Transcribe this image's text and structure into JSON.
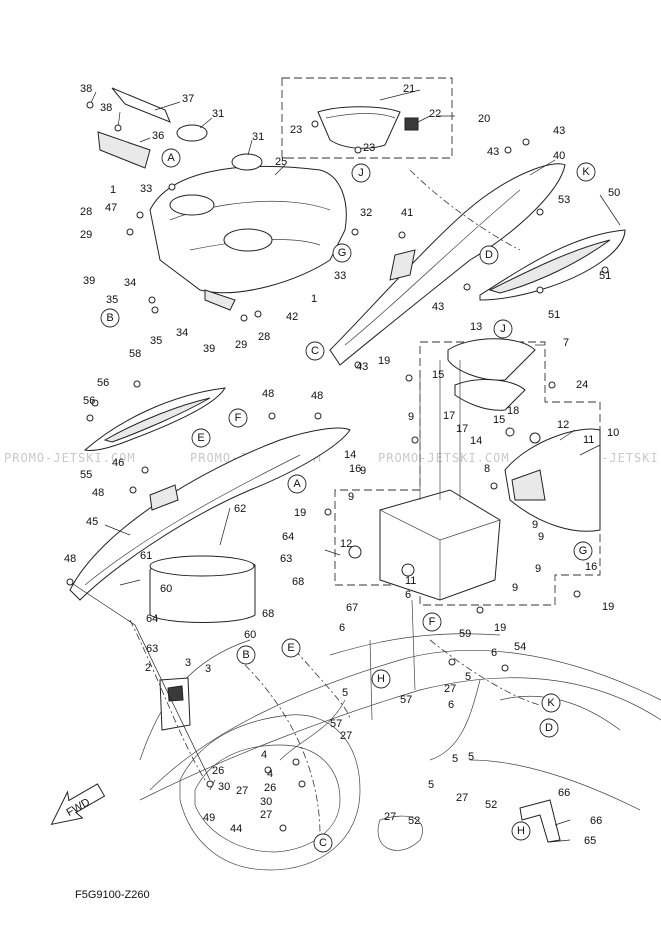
{
  "diagram": {
    "reference_code": "F5G9100-Z260",
    "fwd_label": "FWD",
    "watermark": "PROMO-JETSKI.COM",
    "circle_letters": [
      "A",
      "B",
      "C",
      "D",
      "E",
      "F",
      "G",
      "H",
      "J",
      "K"
    ],
    "part_numbers": [
      "1",
      "2",
      "3",
      "4",
      "5",
      "6",
      "7",
      "8",
      "9",
      "10",
      "11",
      "12",
      "13",
      "14",
      "15",
      "16",
      "17",
      "18",
      "19",
      "20",
      "21",
      "22",
      "23",
      "24",
      "25",
      "26",
      "27",
      "28",
      "29",
      "30",
      "31",
      "32",
      "33",
      "34",
      "35",
      "36",
      "37",
      "38",
      "39",
      "40",
      "41",
      "42",
      "43",
      "44",
      "45",
      "46",
      "47",
      "48",
      "49",
      "50",
      "51",
      "52",
      "53",
      "54",
      "55",
      "56",
      "57",
      "58",
      "59",
      "60",
      "61",
      "62",
      "63",
      "64",
      "65",
      "66",
      "67",
      "68"
    ],
    "labels": [
      {
        "id": "l1",
        "text": "38"
      },
      {
        "id": "l2",
        "text": "37"
      },
      {
        "id": "l3",
        "text": "38"
      },
      {
        "id": "l4",
        "text": "36"
      },
      {
        "id": "l5",
        "text": "31"
      },
      {
        "id": "l6",
        "text": "31"
      },
      {
        "id": "l7",
        "text": "25"
      },
      {
        "id": "l8",
        "text": "33"
      },
      {
        "id": "l9",
        "text": "1"
      },
      {
        "id": "l10",
        "text": "28"
      },
      {
        "id": "l11",
        "text": "47"
      },
      {
        "id": "l12",
        "text": "29"
      },
      {
        "id": "l13",
        "text": "39"
      },
      {
        "id": "l14",
        "text": "34"
      },
      {
        "id": "l15",
        "text": "35"
      },
      {
        "id": "l16",
        "text": "35"
      },
      {
        "id": "l17",
        "text": "34"
      },
      {
        "id": "l18",
        "text": "39"
      },
      {
        "id": "l19",
        "text": "29"
      },
      {
        "id": "l20",
        "text": "28"
      },
      {
        "id": "l21",
        "text": "42"
      },
      {
        "id": "l22",
        "text": "1"
      },
      {
        "id": "l23",
        "text": "33"
      },
      {
        "id": "l24",
        "text": "32"
      },
      {
        "id": "l25",
        "text": "21"
      },
      {
        "id": "l26",
        "text": "22"
      },
      {
        "id": "l27",
        "text": "20"
      },
      {
        "id": "l28",
        "text": "23"
      },
      {
        "id": "l29",
        "text": "23"
      },
      {
        "id": "l30",
        "text": "43"
      },
      {
        "id": "l31",
        "text": "43"
      },
      {
        "id": "l32",
        "text": "40"
      },
      {
        "id": "l33",
        "text": "50"
      },
      {
        "id": "l34",
        "text": "53"
      },
      {
        "id": "l35",
        "text": "41"
      },
      {
        "id": "l36",
        "text": "51"
      },
      {
        "id": "l37",
        "text": "51"
      },
      {
        "id": "l38",
        "text": "43"
      },
      {
        "id": "l39",
        "text": "43"
      },
      {
        "id": "l40",
        "text": "13"
      },
      {
        "id": "l41",
        "text": "7"
      },
      {
        "id": "l42",
        "text": "19"
      },
      {
        "id": "l43",
        "text": "15"
      },
      {
        "id": "l44",
        "text": "24"
      },
      {
        "id": "l45",
        "text": "17"
      },
      {
        "id": "l46",
        "text": "15"
      },
      {
        "id": "l47",
        "text": "18"
      },
      {
        "id": "l48",
        "text": "58"
      },
      {
        "id": "l49",
        "text": "56"
      },
      {
        "id": "l50",
        "text": "56"
      },
      {
        "id": "l51",
        "text": "48"
      },
      {
        "id": "l52",
        "text": "48"
      },
      {
        "id": "l53",
        "text": "9"
      },
      {
        "id": "l54",
        "text": "17"
      },
      {
        "id": "l55",
        "text": "14"
      },
      {
        "id": "l56",
        "text": "12"
      },
      {
        "id": "l57",
        "text": "11"
      },
      {
        "id": "l58",
        "text": "10"
      },
      {
        "id": "l59",
        "text": "55"
      },
      {
        "id": "l60",
        "text": "46"
      },
      {
        "id": "l61",
        "text": "14"
      },
      {
        "id": "l62",
        "text": "16"
      },
      {
        "id": "l63",
        "text": "8"
      },
      {
        "id": "l64",
        "text": "48"
      },
      {
        "id": "l65",
        "text": "9"
      },
      {
        "id": "l66",
        "text": "9"
      },
      {
        "id": "l67",
        "text": "45"
      },
      {
        "id": "l68",
        "text": "62"
      },
      {
        "id": "l69",
        "text": "19"
      },
      {
        "id": "l70",
        "text": "9"
      },
      {
        "id": "l71",
        "text": "9"
      },
      {
        "id": "l72",
        "text": "64"
      },
      {
        "id": "l73",
        "text": "63"
      },
      {
        "id": "l74",
        "text": "61"
      },
      {
        "id": "l75",
        "text": "12"
      },
      {
        "id": "l76",
        "text": "16"
      },
      {
        "id": "l77",
        "text": "48"
      },
      {
        "id": "l78",
        "text": "9"
      },
      {
        "id": "l79",
        "text": "11"
      },
      {
        "id": "l80",
        "text": "9"
      },
      {
        "id": "l81",
        "text": "68"
      },
      {
        "id": "l82",
        "text": "60"
      },
      {
        "id": "l83",
        "text": "6"
      },
      {
        "id": "l84",
        "text": "19"
      },
      {
        "id": "l85",
        "text": "64"
      },
      {
        "id": "l86",
        "text": "68"
      },
      {
        "id": "l87",
        "text": "67"
      },
      {
        "id": "l88",
        "text": "60"
      },
      {
        "id": "l89",
        "text": "6"
      },
      {
        "id": "l90",
        "text": "63"
      },
      {
        "id": "l91",
        "text": "19"
      },
      {
        "id": "l92",
        "text": "59"
      },
      {
        "id": "l93",
        "text": "2"
      },
      {
        "id": "l94",
        "text": "3"
      },
      {
        "id": "l95",
        "text": "3"
      },
      {
        "id": "l96",
        "text": "6"
      },
      {
        "id": "l97",
        "text": "54"
      },
      {
        "id": "l98",
        "text": "5"
      },
      {
        "id": "l99",
        "text": "5"
      },
      {
        "id": "l100",
        "text": "27"
      },
      {
        "id": "l101",
        "text": "57"
      },
      {
        "id": "l102",
        "text": "6"
      },
      {
        "id": "l103",
        "text": "57"
      },
      {
        "id": "l104",
        "text": "27"
      },
      {
        "id": "l105",
        "text": "4"
      },
      {
        "id": "l106",
        "text": "26"
      },
      {
        "id": "l107",
        "text": "30"
      },
      {
        "id": "l108",
        "text": "4"
      },
      {
        "id": "l109",
        "text": "27"
      },
      {
        "id": "l110",
        "text": "26"
      },
      {
        "id": "l111",
        "text": "5"
      },
      {
        "id": "l112",
        "text": "5"
      },
      {
        "id": "l113",
        "text": "49"
      },
      {
        "id": "l114",
        "text": "30"
      },
      {
        "id": "l115",
        "text": "27"
      },
      {
        "id": "l116",
        "text": "27"
      },
      {
        "id": "l117",
        "text": "52"
      },
      {
        "id": "l118",
        "text": "66"
      },
      {
        "id": "l119",
        "text": "44"
      },
      {
        "id": "l120",
        "text": "27"
      },
      {
        "id": "l121",
        "text": "52"
      },
      {
        "id": "l122",
        "text": "66"
      },
      {
        "id": "l123",
        "text": "65"
      },
      {
        "id": "l124",
        "text": "5"
      }
    ],
    "circle_markers": [
      {
        "id": "c1",
        "text": "A"
      },
      {
        "id": "c2",
        "text": "J"
      },
      {
        "id": "c3",
        "text": "K"
      },
      {
        "id": "c4",
        "text": "G"
      },
      {
        "id": "c5",
        "text": "D"
      },
      {
        "id": "c6",
        "text": "B"
      },
      {
        "id": "c7",
        "text": "C"
      },
      {
        "id": "c8",
        "text": "J"
      },
      {
        "id": "c9",
        "text": "F"
      },
      {
        "id": "c10",
        "text": "E"
      },
      {
        "id": "c11",
        "text": "A"
      },
      {
        "id": "c12",
        "text": "G"
      },
      {
        "id": "c13",
        "text": "F"
      },
      {
        "id": "c14",
        "text": "B"
      },
      {
        "id": "c15",
        "text": "E"
      },
      {
        "id": "c16",
        "text": "H"
      },
      {
        "id": "c17",
        "text": "K"
      },
      {
        "id": "c18",
        "text": "D"
      },
      {
        "id": "c19",
        "text": "C"
      },
      {
        "id": "c20",
        "text": "H"
      }
    ]
  }
}
